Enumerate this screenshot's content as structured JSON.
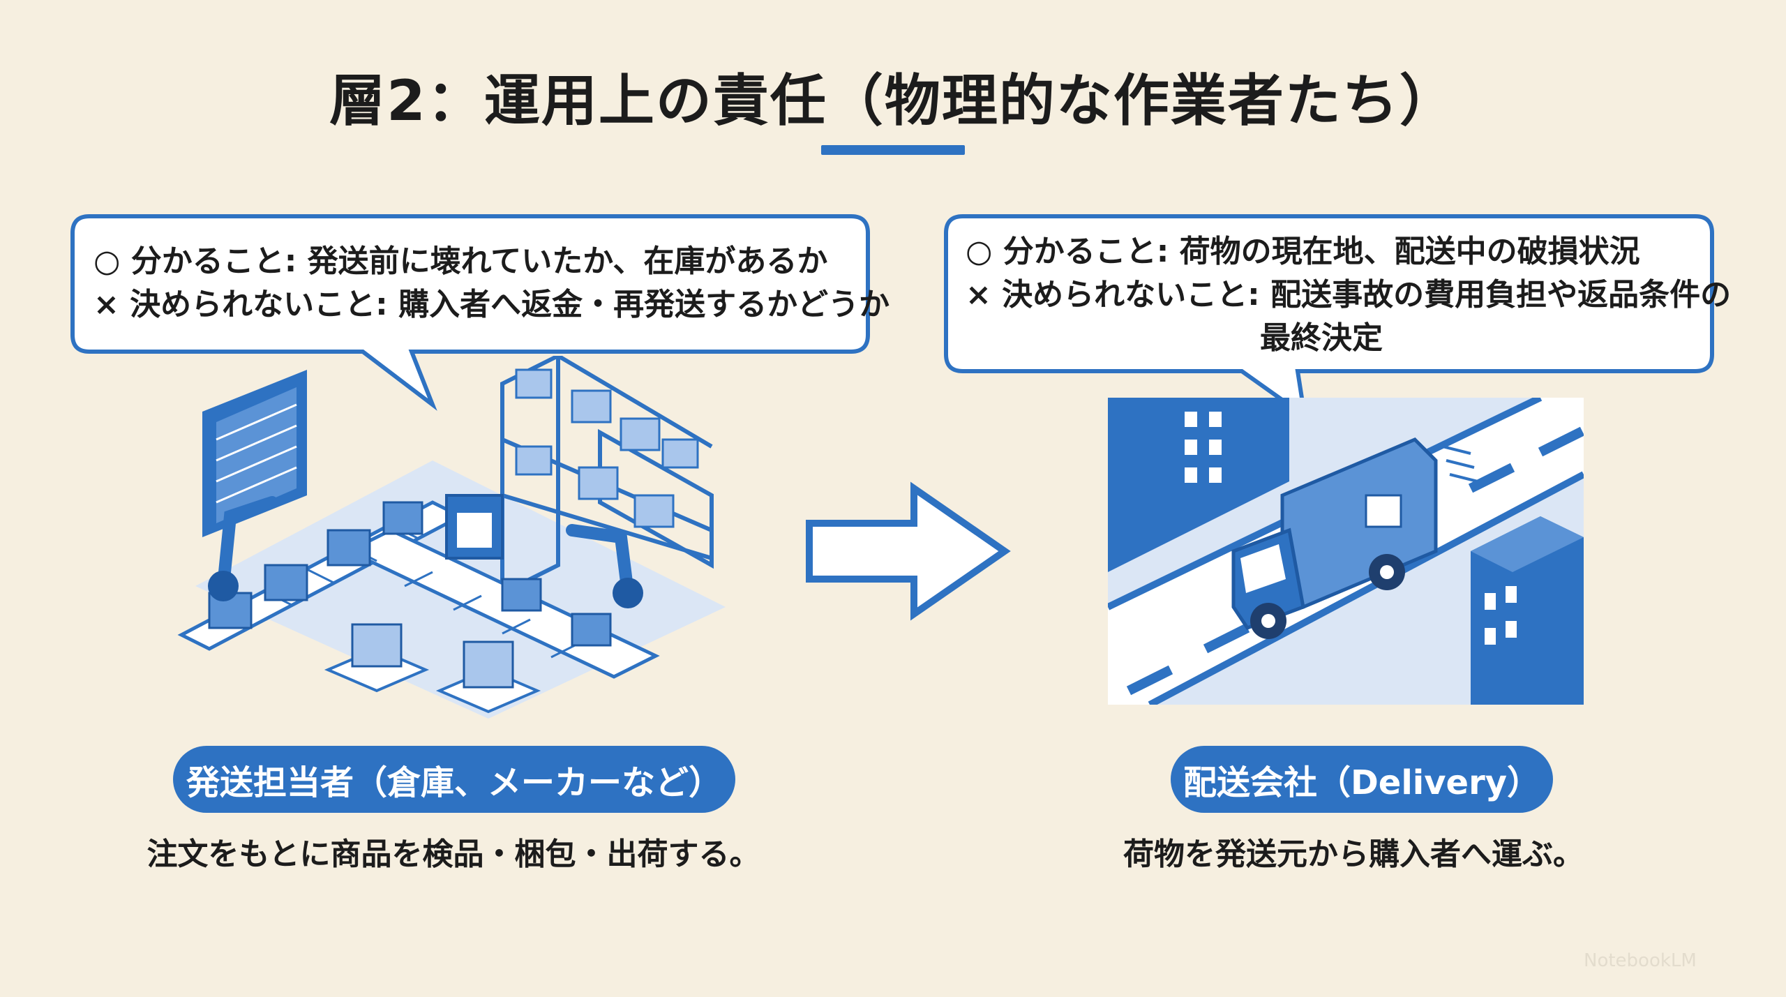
{
  "title": "層2：運用上の責任（物理的な作業者たち）",
  "left": {
    "bubble": {
      "can_know": "○ 分かること: 発送前に壊れていたか、在庫があるか",
      "cannot_decide": "× 決められないこと: 購入者へ返金・再発送するかどうか"
    },
    "label": "発送担当者（倉庫、メーカーなど）",
    "caption": "注文をもとに商品を検品・梱包・出荷する。",
    "illustration_icon": "warehouse-conveyor-icon"
  },
  "right": {
    "bubble": {
      "can_know": "○ 分かること: 荷物の現在地、配送中の破損状況",
      "cannot_decide": "× 決められないこと: 配送事故の費用負担や返品条件の",
      "cannot_decide_cont": "最終決定"
    },
    "label": "配送会社（Delivery）",
    "caption": "荷物を発送元から購入者へ運ぶ。",
    "illustration_icon": "delivery-truck-icon"
  },
  "arrow_icon": "right-arrow-icon",
  "watermark": "NotebookLM",
  "colors": {
    "accent": "#2e72c2",
    "background": "#f6efe0",
    "light_blue": "#a9c6ec"
  }
}
